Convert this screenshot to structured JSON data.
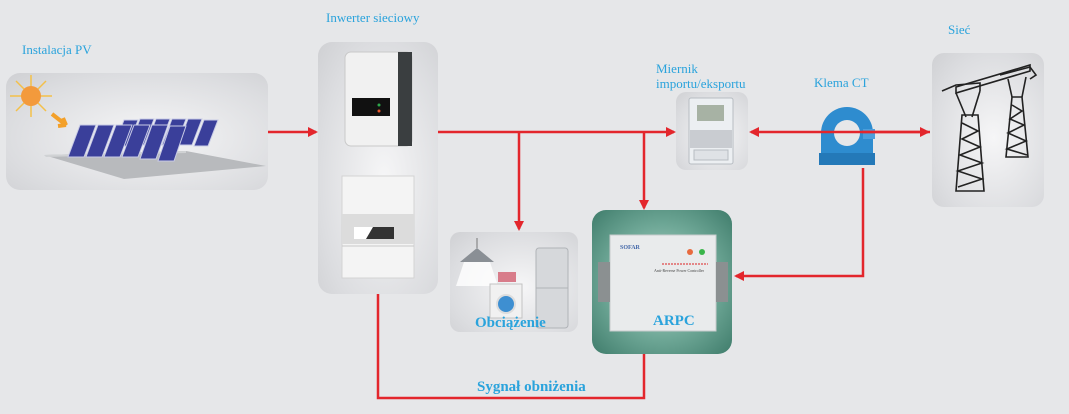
{
  "labels": {
    "pv": "Instalacja PV",
    "inverter": "Inwerter sieciowy",
    "meter_line1": "Miernik",
    "meter_line2": "importu/eksportu",
    "ct": "Klema CT",
    "grid": "Sieć",
    "load": "Obciążenie",
    "arpc": "ARPC",
    "signal": "Sygnał obniżenia"
  },
  "arpc_device": {
    "brand": "SOFAR",
    "title": "Anti-Reverse Power Controller"
  },
  "colors": {
    "wire": "#e3262c",
    "label": "#2aa3dc",
    "background": "#e6e7e9"
  }
}
